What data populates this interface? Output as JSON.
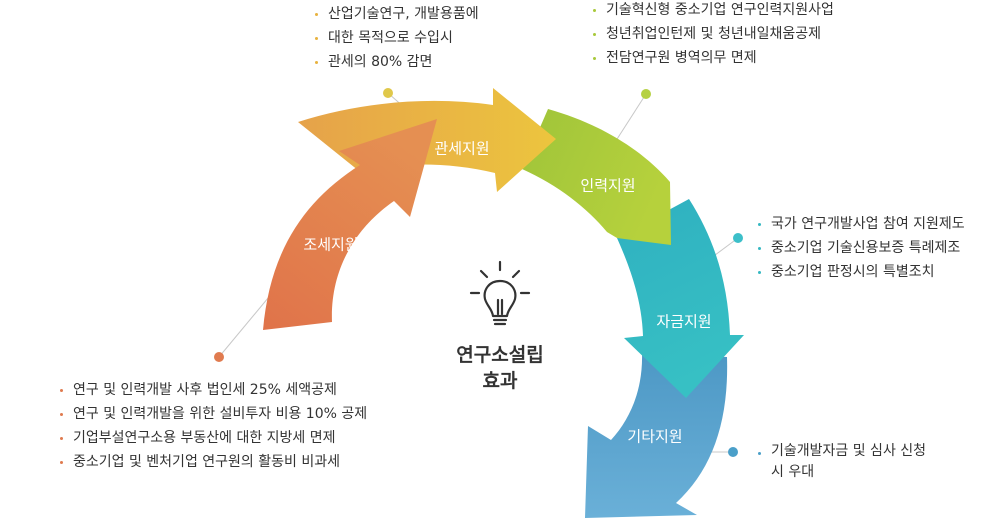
{
  "center": {
    "title_line1": "연구소설립",
    "title_line2": "효과"
  },
  "segments": [
    {
      "label": "조세지원",
      "color": "#e07b4f",
      "items": [
        "연구 및 인력개발 사후 법인세 25% 세액공제",
        "연구 및 인력개발을 위한 설비투자 비용 10% 공제",
        "기업부설연구소용 부동산에 대한 지방세 면제",
        "중소기업 및 벤처기업 연구원의 활동비 비과세"
      ]
    },
    {
      "label": "관세지원",
      "color": "#e8b23f",
      "items": [
        "산업기술연구, 개발용품에",
        "대한 목적으로 수입시",
        "관세의 80% 감면"
      ]
    },
    {
      "label": "인력지원",
      "color": "#a8c93a",
      "items": [
        "기술혁신형 중소기업 연구인력지원사업",
        "청년취업인턴제 및 청년내일채움공제",
        "전담연구원 병역의무 면제"
      ]
    },
    {
      "label": "자금지원",
      "color": "#35b8c2",
      "items": [
        "국가 연구개발사업 참여 지원제도",
        "중소기업 기술신용보증 특례제조",
        "중소기업 판정시의 특별조치"
      ]
    },
    {
      "label": "기타지원",
      "color": "#4a9fc9",
      "items": [
        "기술개발자금 및 심사 신청시 우대"
      ]
    }
  ],
  "icons": {
    "center_icon": "lightbulb-icon"
  }
}
